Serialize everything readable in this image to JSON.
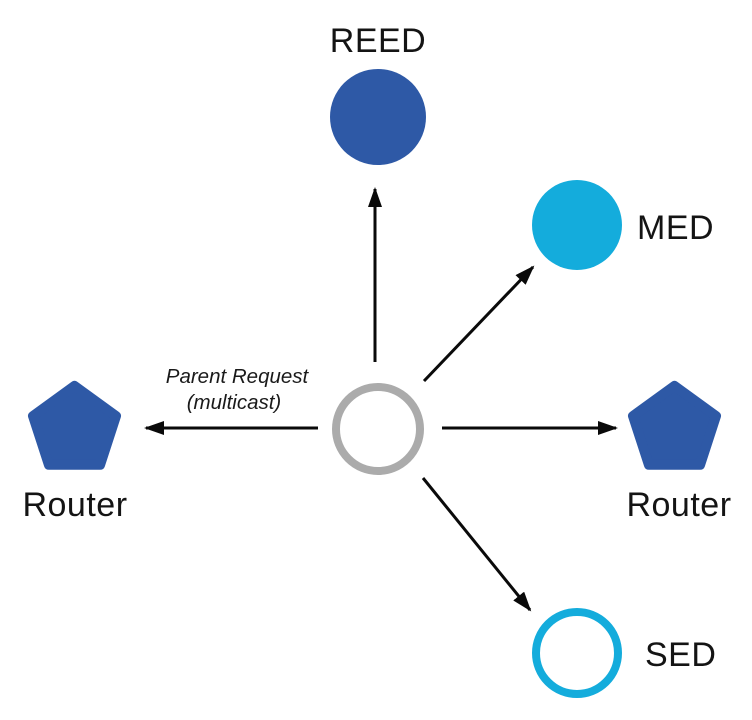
{
  "diagram": {
    "description": "Thread network joining diagram: central joining device multicasts a Parent Request to surrounding nodes"
  },
  "colors": {
    "blue": "#2E59A6",
    "cyan": "#14ACDC",
    "gray": "#ABABAB",
    "arrow": "#0a0a0a",
    "background": "#FFFFFF"
  },
  "nodes": {
    "reed": {
      "label": "REED",
      "shape": "filled-circle-blue"
    },
    "med": {
      "label": "MED",
      "shape": "filled-circle-cyan"
    },
    "router_left": {
      "label": "Router",
      "shape": "pentagon-blue"
    },
    "router_right": {
      "label": "Router",
      "shape": "pentagon-blue"
    },
    "sed": {
      "label": "SED",
      "shape": "outlined-circle-cyan"
    },
    "joining_device": {
      "shape": "outlined-circle-gray"
    }
  },
  "annotation": {
    "line1": "Parent Request",
    "line2": "(multicast)"
  }
}
